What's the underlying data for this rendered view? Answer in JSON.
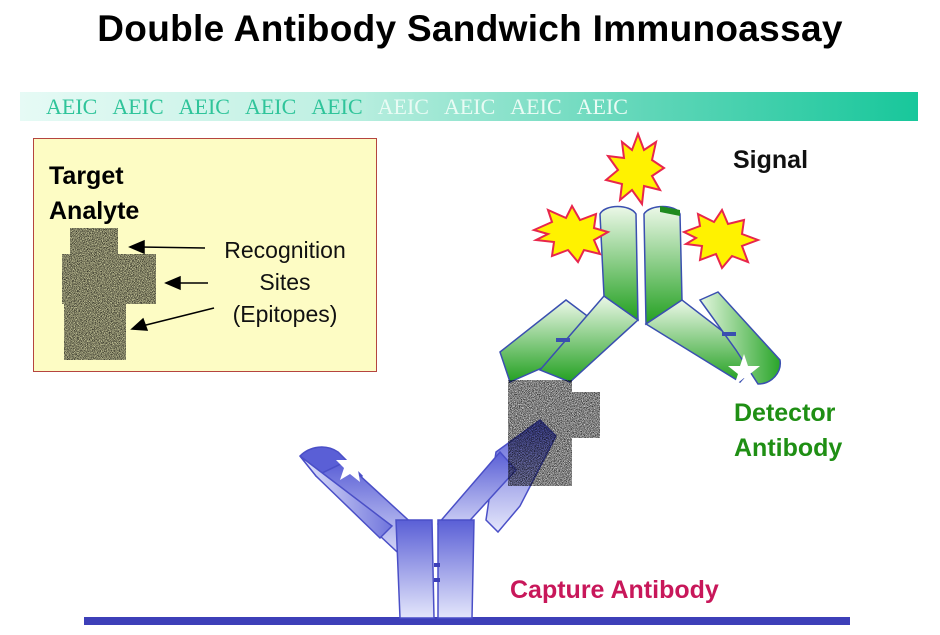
{
  "title": "Double Antibody Sandwich Immunoassay",
  "band": {
    "items": [
      "AEIC",
      "AEIC",
      "AEIC",
      "AEIC",
      "AEIC",
      "AEIC",
      "AEIC",
      "AEIC",
      "AEIC"
    ]
  },
  "inset": {
    "title_line1": "Target",
    "title_line2": "Analyte",
    "label_line1": "Recognition",
    "label_line2": "Sites",
    "label_line3": "(Epitopes)"
  },
  "labels": {
    "signal": "Signal",
    "detector_line1": "Detector",
    "detector_line2": "Antibody",
    "capture": "Capture Antibody"
  },
  "colors": {
    "capture_antibody": "#5a5fd6",
    "detector_antibody": "#2aa52a",
    "signal_fill": "#fff200",
    "signal_stroke": "#e8264b",
    "capture_label": "#c8175a",
    "detector_label": "#1f8f14",
    "inset_bg": "#fdfcc4",
    "baseline": "#3d3fb8"
  }
}
